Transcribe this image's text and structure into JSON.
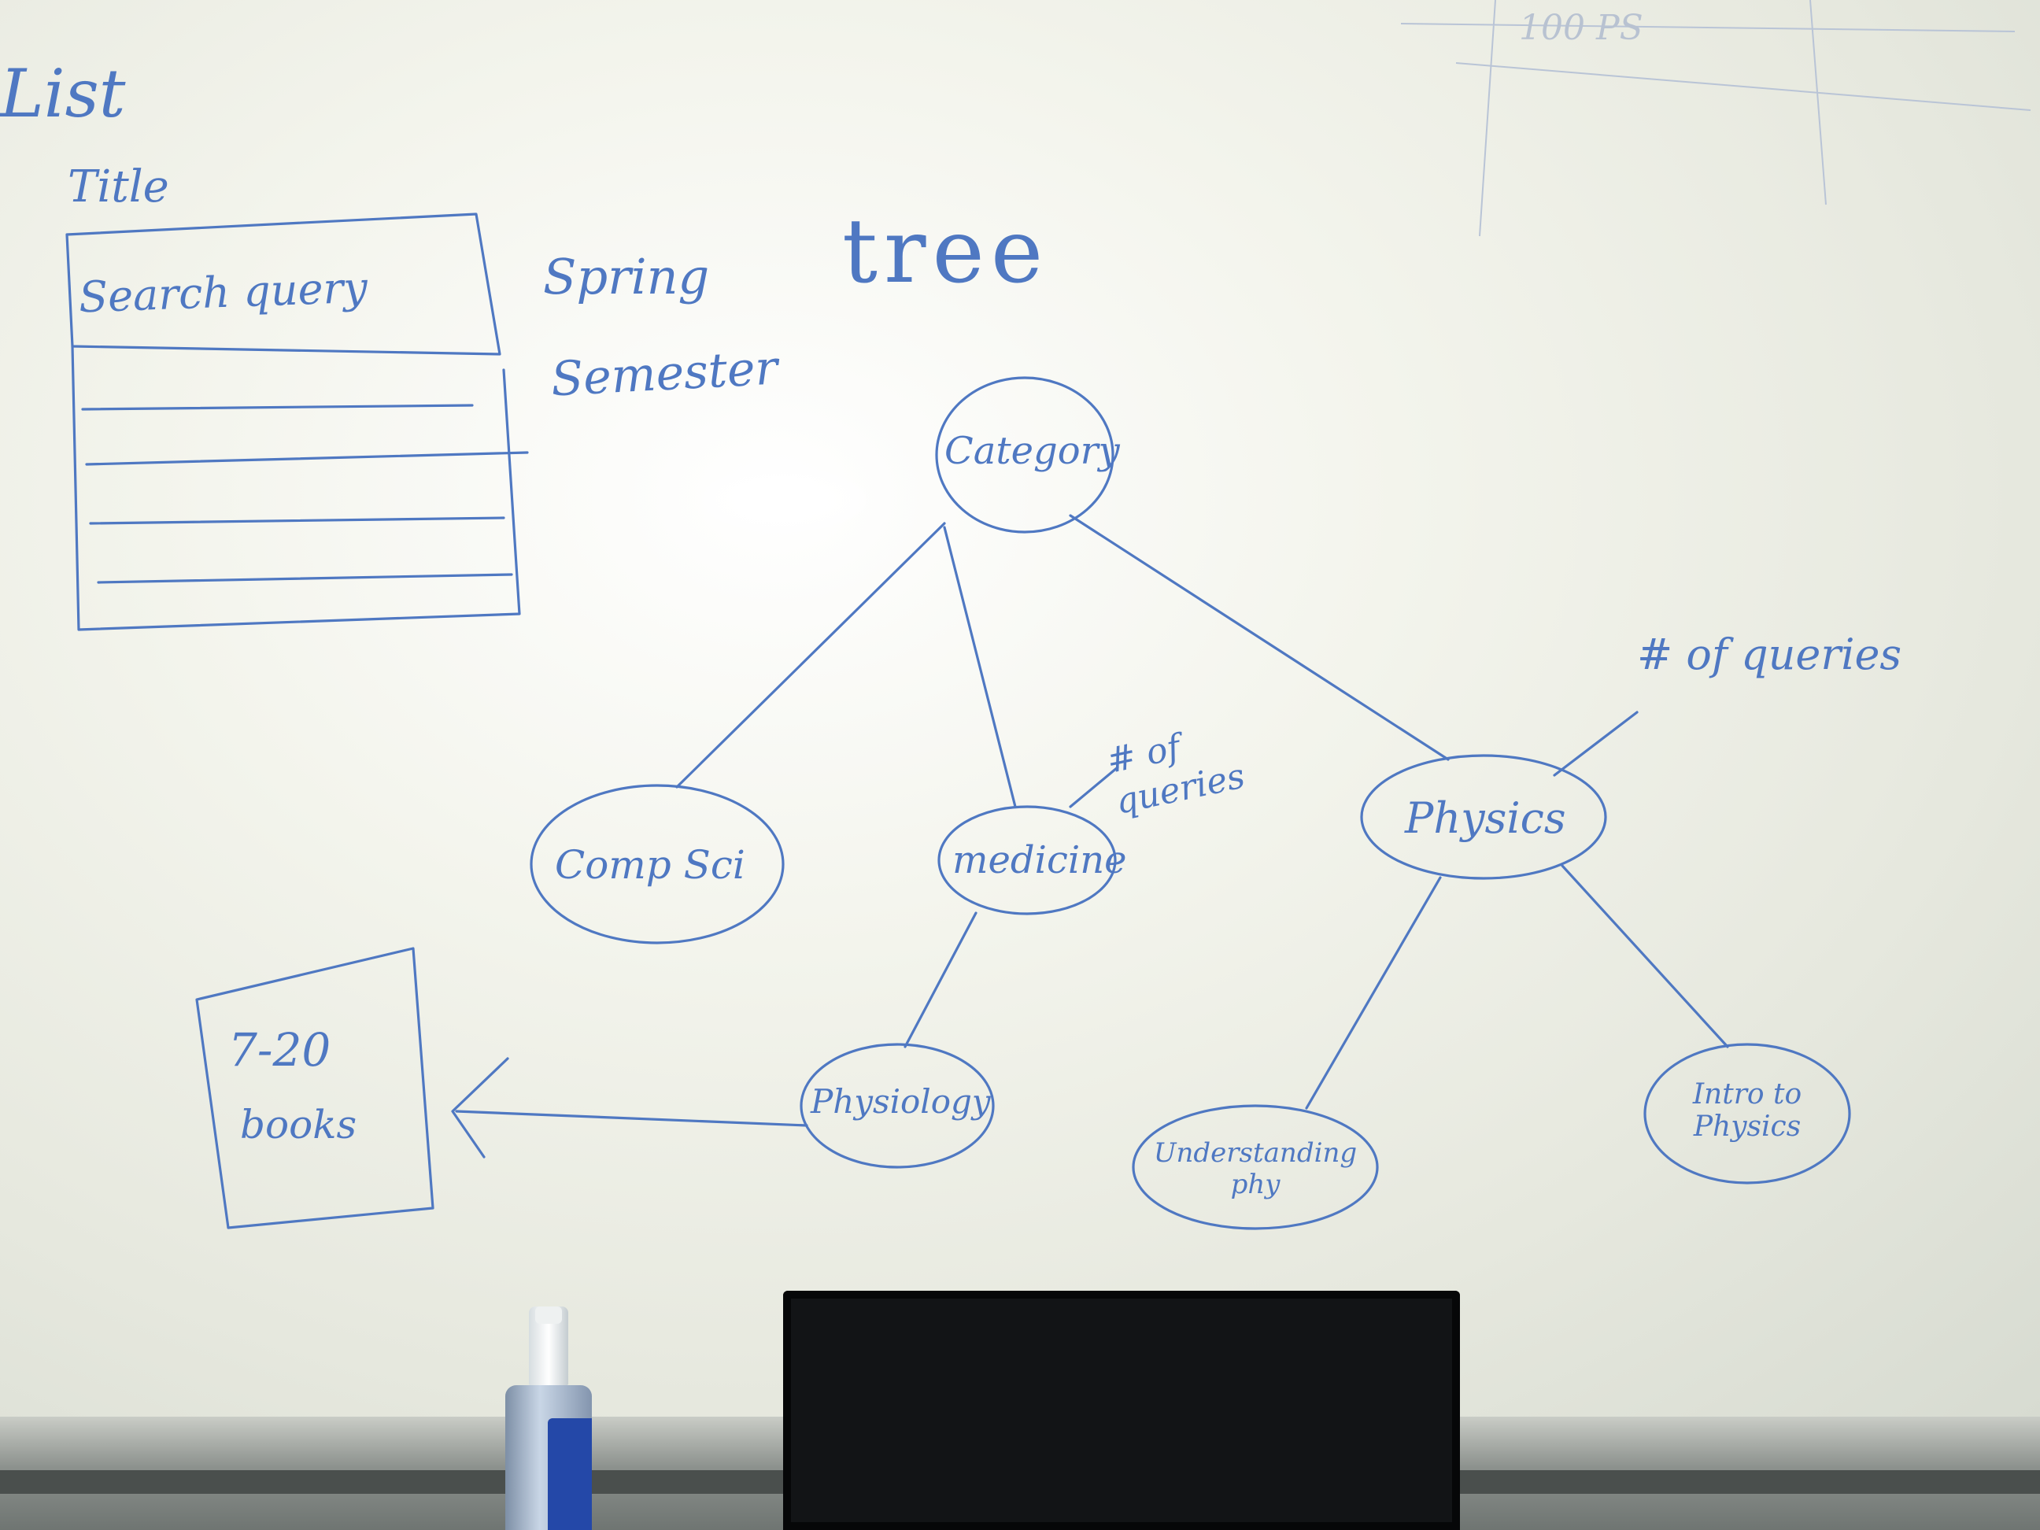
{
  "list_section": {
    "heading": "List",
    "title_label": "Title",
    "search_box_text": "Search query"
  },
  "side_note": {
    "line1": "Spring",
    "line2": "Semester"
  },
  "tree_section": {
    "heading": "tree",
    "root": "Category",
    "children": [
      "Comp Sci",
      "medicine",
      "Physics"
    ],
    "medicine_child": "Physiology",
    "physics_children": [
      "Understanding phy",
      "Intro to Physics"
    ],
    "medicine_note": "# of queries",
    "physics_note": "# of queries"
  },
  "books_box": {
    "text_line1": "7-20",
    "text_line2": "books"
  },
  "corner_scribble": "100 PS",
  "ink_color": "#4f78c2"
}
